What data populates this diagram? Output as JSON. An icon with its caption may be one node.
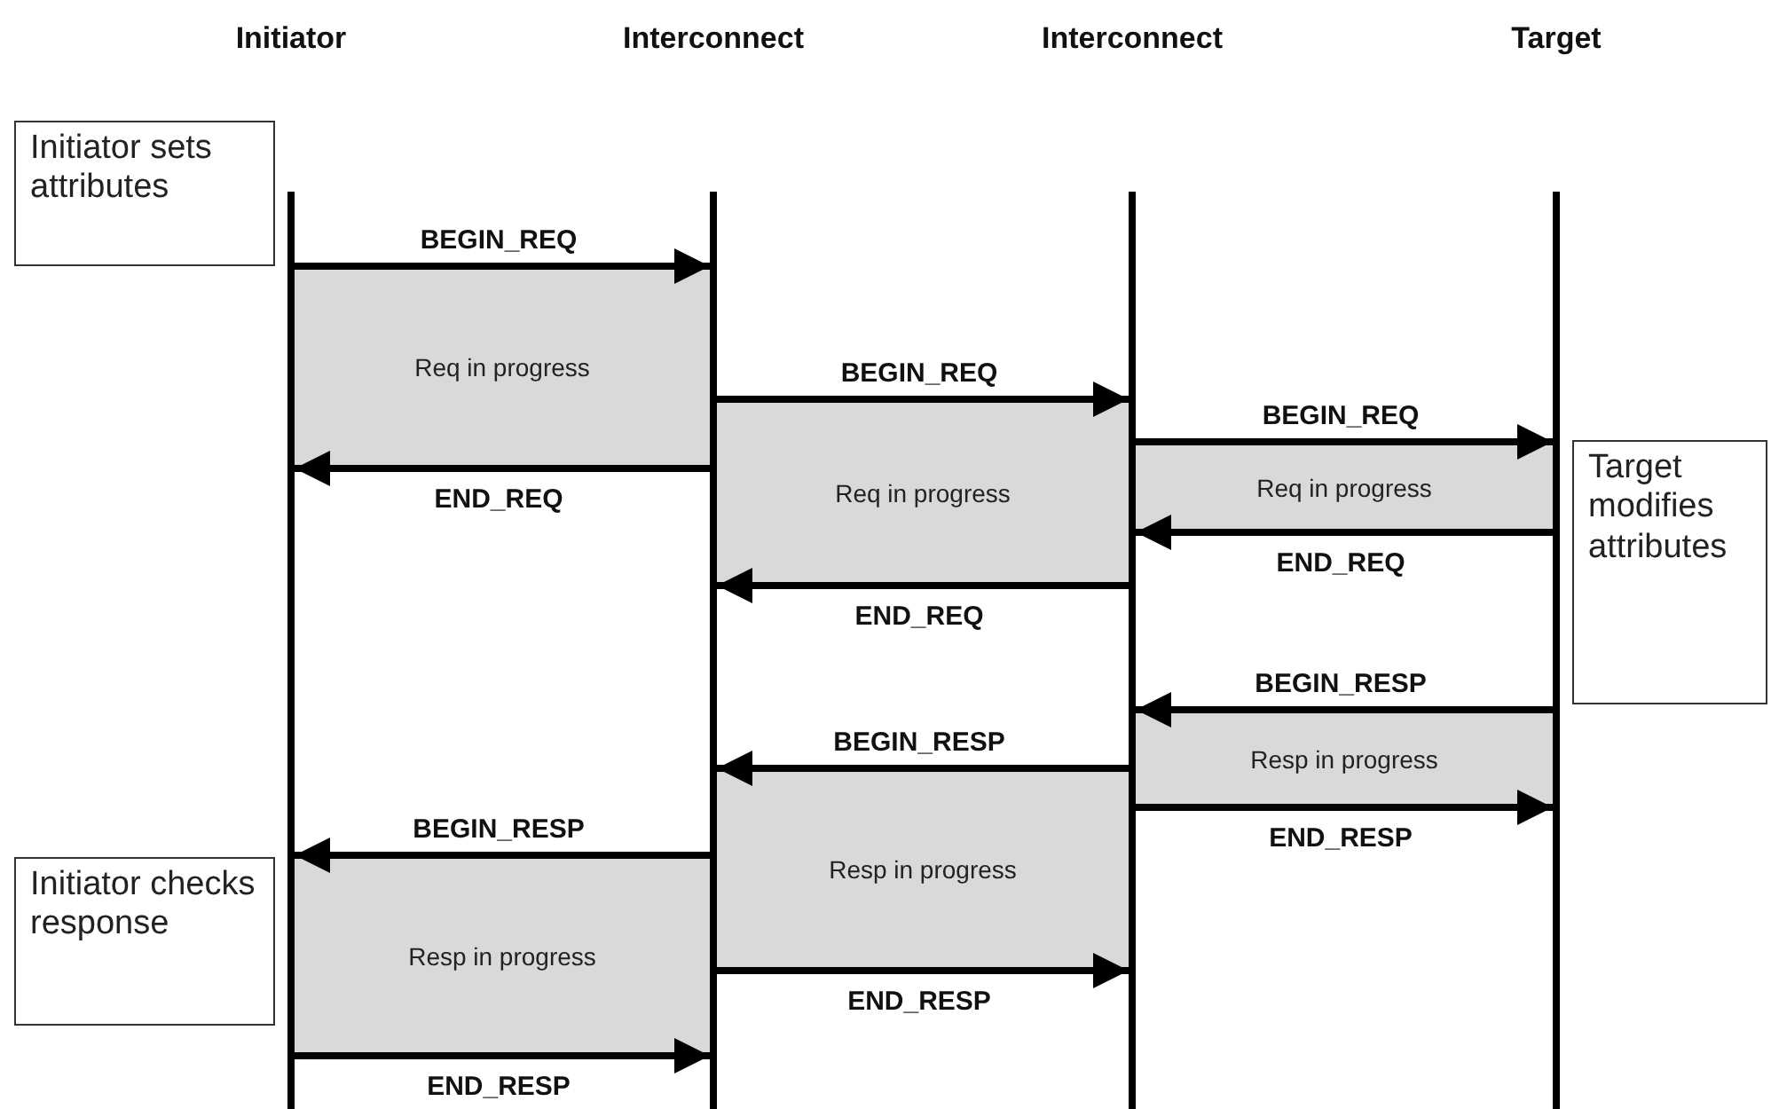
{
  "diagram": {
    "nodes": [
      {
        "text": [
          "Initiator"
        ]
      },
      {
        "text": [
          "Interconnect"
        ]
      },
      {
        "text": [
          "Interconnect"
        ]
      },
      {
        "text": [
          "Target"
        ]
      },
      {
        "text": [
          "Initiator sets attributes"
        ]
      },
      {
        "text": [
          "Req in progress"
        ]
      },
      {
        "text": [
          "Req in progress"
        ]
      },
      {
        "text": [
          "Req in progress"
        ]
      },
      {
        "text": [
          "Target modifies attributes"
        ]
      },
      {
        "text": [
          "Resp in progress"
        ]
      },
      {
        "text": [
          "Resp in progress"
        ]
      },
      {
        "text": [
          "Initiator checks response"
        ]
      },
      {
        "text": [
          "Resp in progress"
        ]
      }
    ],
    "edges": [
      {
        "from": 0,
        "to": 1,
        "arrow": "to",
        "label": "BEGIN_REQ"
      },
      {
        "from": 1,
        "to": 2,
        "arrow": "to",
        "label": "BEGIN_REQ"
      },
      {
        "from": 2,
        "to": 3,
        "arrow": "to",
        "label": "BEGIN_REQ"
      },
      {
        "from": 1,
        "to": 0,
        "arrow": "to",
        "label": "END_REQ"
      },
      {
        "from": 3,
        "to": 2,
        "arrow": "to",
        "label": "END_REQ"
      },
      {
        "from": 2,
        "to": 1,
        "arrow": "to",
        "label": "END_REQ"
      },
      {
        "from": 3,
        "to": 2,
        "arrow": "to",
        "label": "BEGIN_RESP"
      },
      {
        "from": 2,
        "to": 1,
        "arrow": "to",
        "label": "BEGIN_RESP"
      },
      {
        "from": 2,
        "to": 3,
        "arrow": "to",
        "label": "END_RESP"
      },
      {
        "from": 1,
        "to": 0,
        "arrow": "to",
        "label": "BEGIN_RESP"
      },
      {
        "from": 1,
        "to": 2,
        "arrow": "to",
        "label": "END_RESP"
      },
      {
        "from": 0,
        "to": 1,
        "arrow": "to",
        "label": "END_RESP"
      }
    ]
  }
}
